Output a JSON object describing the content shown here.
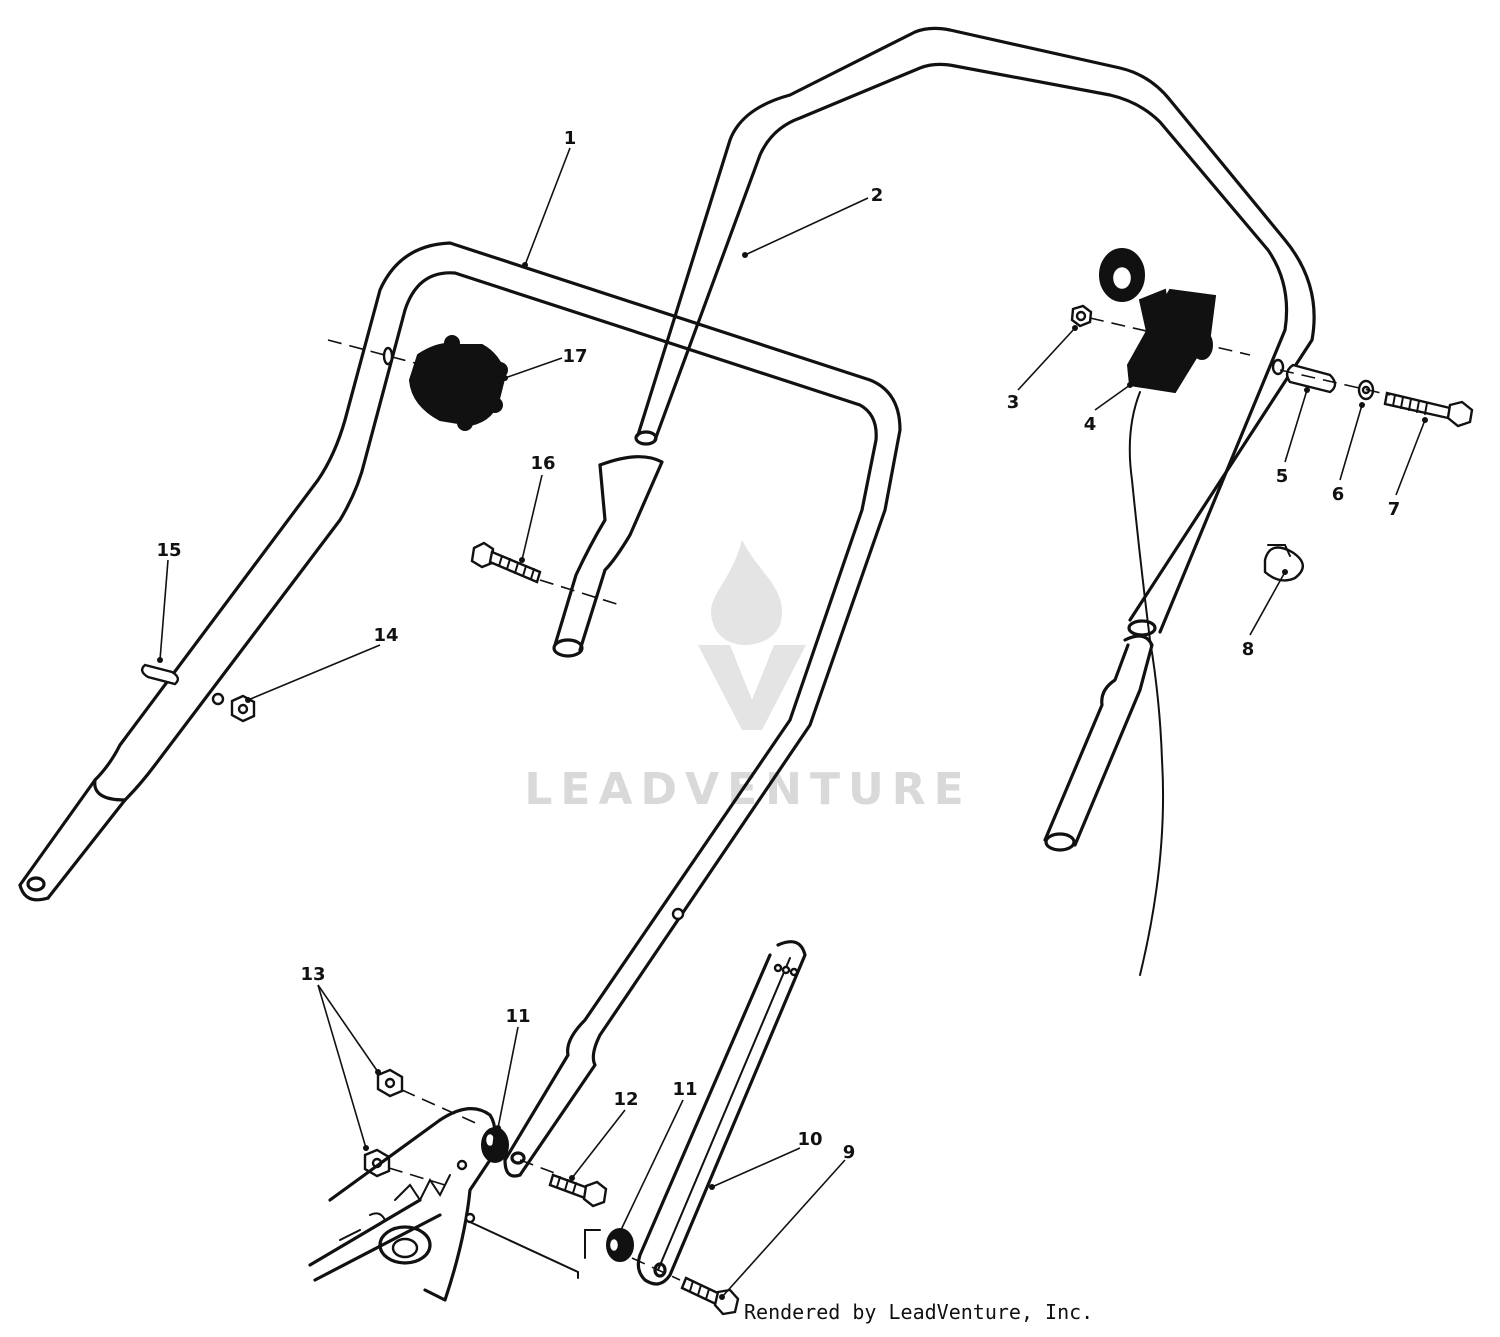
{
  "callouts": [
    {
      "id": "1",
      "label": "1"
    },
    {
      "id": "2",
      "label": "2"
    },
    {
      "id": "3",
      "label": "3"
    },
    {
      "id": "4",
      "label": "4"
    },
    {
      "id": "5",
      "label": "5"
    },
    {
      "id": "6",
      "label": "6"
    },
    {
      "id": "7",
      "label": "7"
    },
    {
      "id": "8",
      "label": "8"
    },
    {
      "id": "9",
      "label": "9"
    },
    {
      "id": "10",
      "label": "10"
    },
    {
      "id": "11a",
      "label": "11"
    },
    {
      "id": "11b",
      "label": "11"
    },
    {
      "id": "12",
      "label": "12"
    },
    {
      "id": "13",
      "label": "13"
    },
    {
      "id": "14",
      "label": "14"
    },
    {
      "id": "15",
      "label": "15"
    },
    {
      "id": "16",
      "label": "16"
    },
    {
      "id": "17",
      "label": "17"
    }
  ],
  "watermark": {
    "text": "LEADVENTURE"
  },
  "footer": {
    "text": "Rendered by LeadVenture, Inc."
  }
}
